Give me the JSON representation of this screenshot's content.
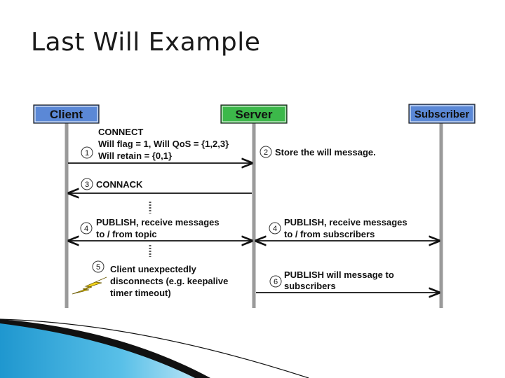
{
  "slide": {
    "title": "Last Will Example"
  },
  "diagram": {
    "actors": {
      "client": {
        "label": "Client",
        "fill": "#5b88d6"
      },
      "server": {
        "label": "Server",
        "fill": "#3cb84a"
      },
      "subscriber": {
        "label": "Subscriber",
        "fill": "#5b88d6"
      }
    },
    "steps": [
      {
        "num": "1",
        "lines": [
          "CONNECT",
          "Will flag = 1, Will QoS = {1,2,3}",
          "Will retain = {0,1}"
        ]
      },
      {
        "num": "2",
        "lines": [
          "Store the will message."
        ]
      },
      {
        "num": "3",
        "lines": [
          "CONNACK"
        ]
      },
      {
        "num": "4",
        "lines": [
          "PUBLISH, receive messages",
          "to / from topic"
        ]
      },
      {
        "num": "4",
        "lines": [
          "PUBLISH, receive messages",
          "to / from subscribers"
        ]
      },
      {
        "num": "5",
        "lines": [
          "Client unexpectedly",
          "disconnects (e.g. keepalive",
          "timer timeout)"
        ]
      },
      {
        "num": "6",
        "lines": [
          "PUBLISH will message to",
          "subscribers"
        ]
      }
    ],
    "colors": {
      "lifeline": "#9a9a9a",
      "arrow": "#111111",
      "lightning": "#f2d21b",
      "deco_blue": "#29a3d8",
      "deco_dark": "#111111"
    }
  }
}
